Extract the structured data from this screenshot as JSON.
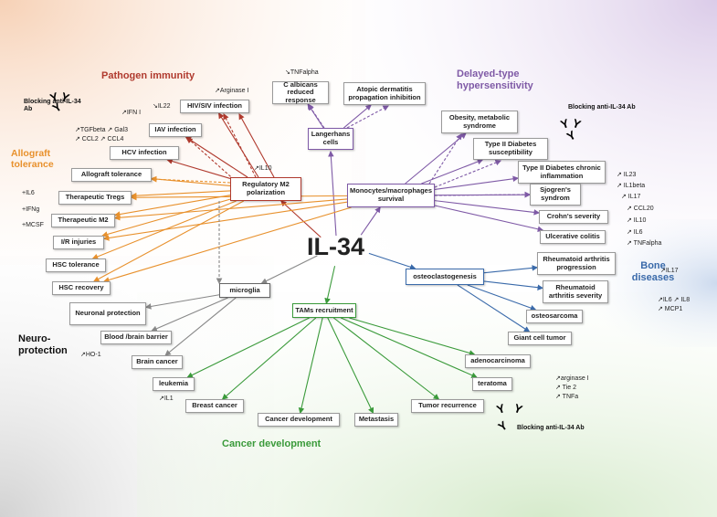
{
  "center": "IL-34",
  "sections": {
    "pathogen": "Pathogen immunity",
    "delayed": "Delayed-type hypersensitivity",
    "allograft": "Allograft tolerance",
    "bone": "Bone diseases",
    "neuro": "Neuro-protection",
    "cancer": "Cancer development"
  },
  "colors": {
    "red": "#b03a2e",
    "purple": "#7f5aa6",
    "orange": "#e8912d",
    "green": "#3a9a3a",
    "blue": "#3a6aaa",
    "gray": "#888888"
  },
  "hubs": {
    "m2": "Regulatory M2 polarization",
    "mono": "Monocytes/macrophages survival",
    "lang": "Langerhans cells",
    "osteo": "osteoclastogenesis",
    "microglia": "microglia",
    "tams": "TAMs recruitment"
  },
  "nodes": {
    "hiv": "HIV/SIV infection",
    "iav": "IAV infection",
    "hcv": "HCV infection",
    "calb": "C albicans reduced response",
    "atop": "Atopic dermatitis propagation inhibition",
    "obes": "Obesity, metabolic syndrome",
    "t2s": "Type II Diabetes susceptibility",
    "t2c": "Type II Diabetes chronic inflammation",
    "sjog": "Sjogren's syndrom",
    "crohn": "Crohn's severity",
    "uc": "Ulcerative colitis",
    "allo": "Allograft tolerance",
    "tregs": "Therapeutic Tregs",
    "m2t": "Therapeutic M2",
    "iri": "I/R injuries",
    "hsct": "HSC tolerance",
    "hscr": "HSC recovery",
    "ra1": "Rheumatoid arthritis progression",
    "ra2": "Rheumatoid arthritis severity",
    "osarc": "osteosarcoma",
    "gct": "Giant cell tumor",
    "neur": "Neuronal protection",
    "bbb": "Blood /brain barrier",
    "brain": "Brain cancer",
    "leuk": "leukemia",
    "breast": "Breast cancer",
    "cdev": "Cancer development",
    "meta": "Metastasis",
    "trec": "Tumor recurrence",
    "tera": "teratoma",
    "adeno": "adenocarcinoma"
  },
  "notes": {
    "arg1": "↗Arginase I",
    "il22": "↘IL22",
    "ifni": "↗IFN I",
    "tgf": "↗TGFbeta ↗ Gal3",
    "ccl2": "↗ CCL2 ↗ CCL4",
    "il10a": "↗IL10",
    "tnfa": "↘TNFalpha",
    "il6": "+IL6",
    "ifng": "+IFNg",
    "mcsf": "+MCSF",
    "il23": "↗ IL23",
    "il1b": "↗ IL1beta",
    "il17": "↗ IL17",
    "ccl20": "↗ CCL20",
    "il10b": "↗ IL10",
    "il6b": "↗ IL6",
    "tnfalpha": "↗ TNFalpha",
    "il17b": "↗IL17",
    "il6il8": "↗IL6 ↗ IL8",
    "mcp1": "↗ MCP1",
    "ho1": "↗HO-1",
    "il1": "↗IL1",
    "argI": "↗arginase I",
    "tie2": "↗ Tie 2",
    "tnfa2": "↗ TNFa"
  },
  "antibody": {
    "left": "Blocking anti-IL-34 Ab",
    "right": "Blocking anti-IL-34 Ab",
    "bottom": "Blocking anti-IL-34 Ab",
    "glyph": "Y"
  }
}
